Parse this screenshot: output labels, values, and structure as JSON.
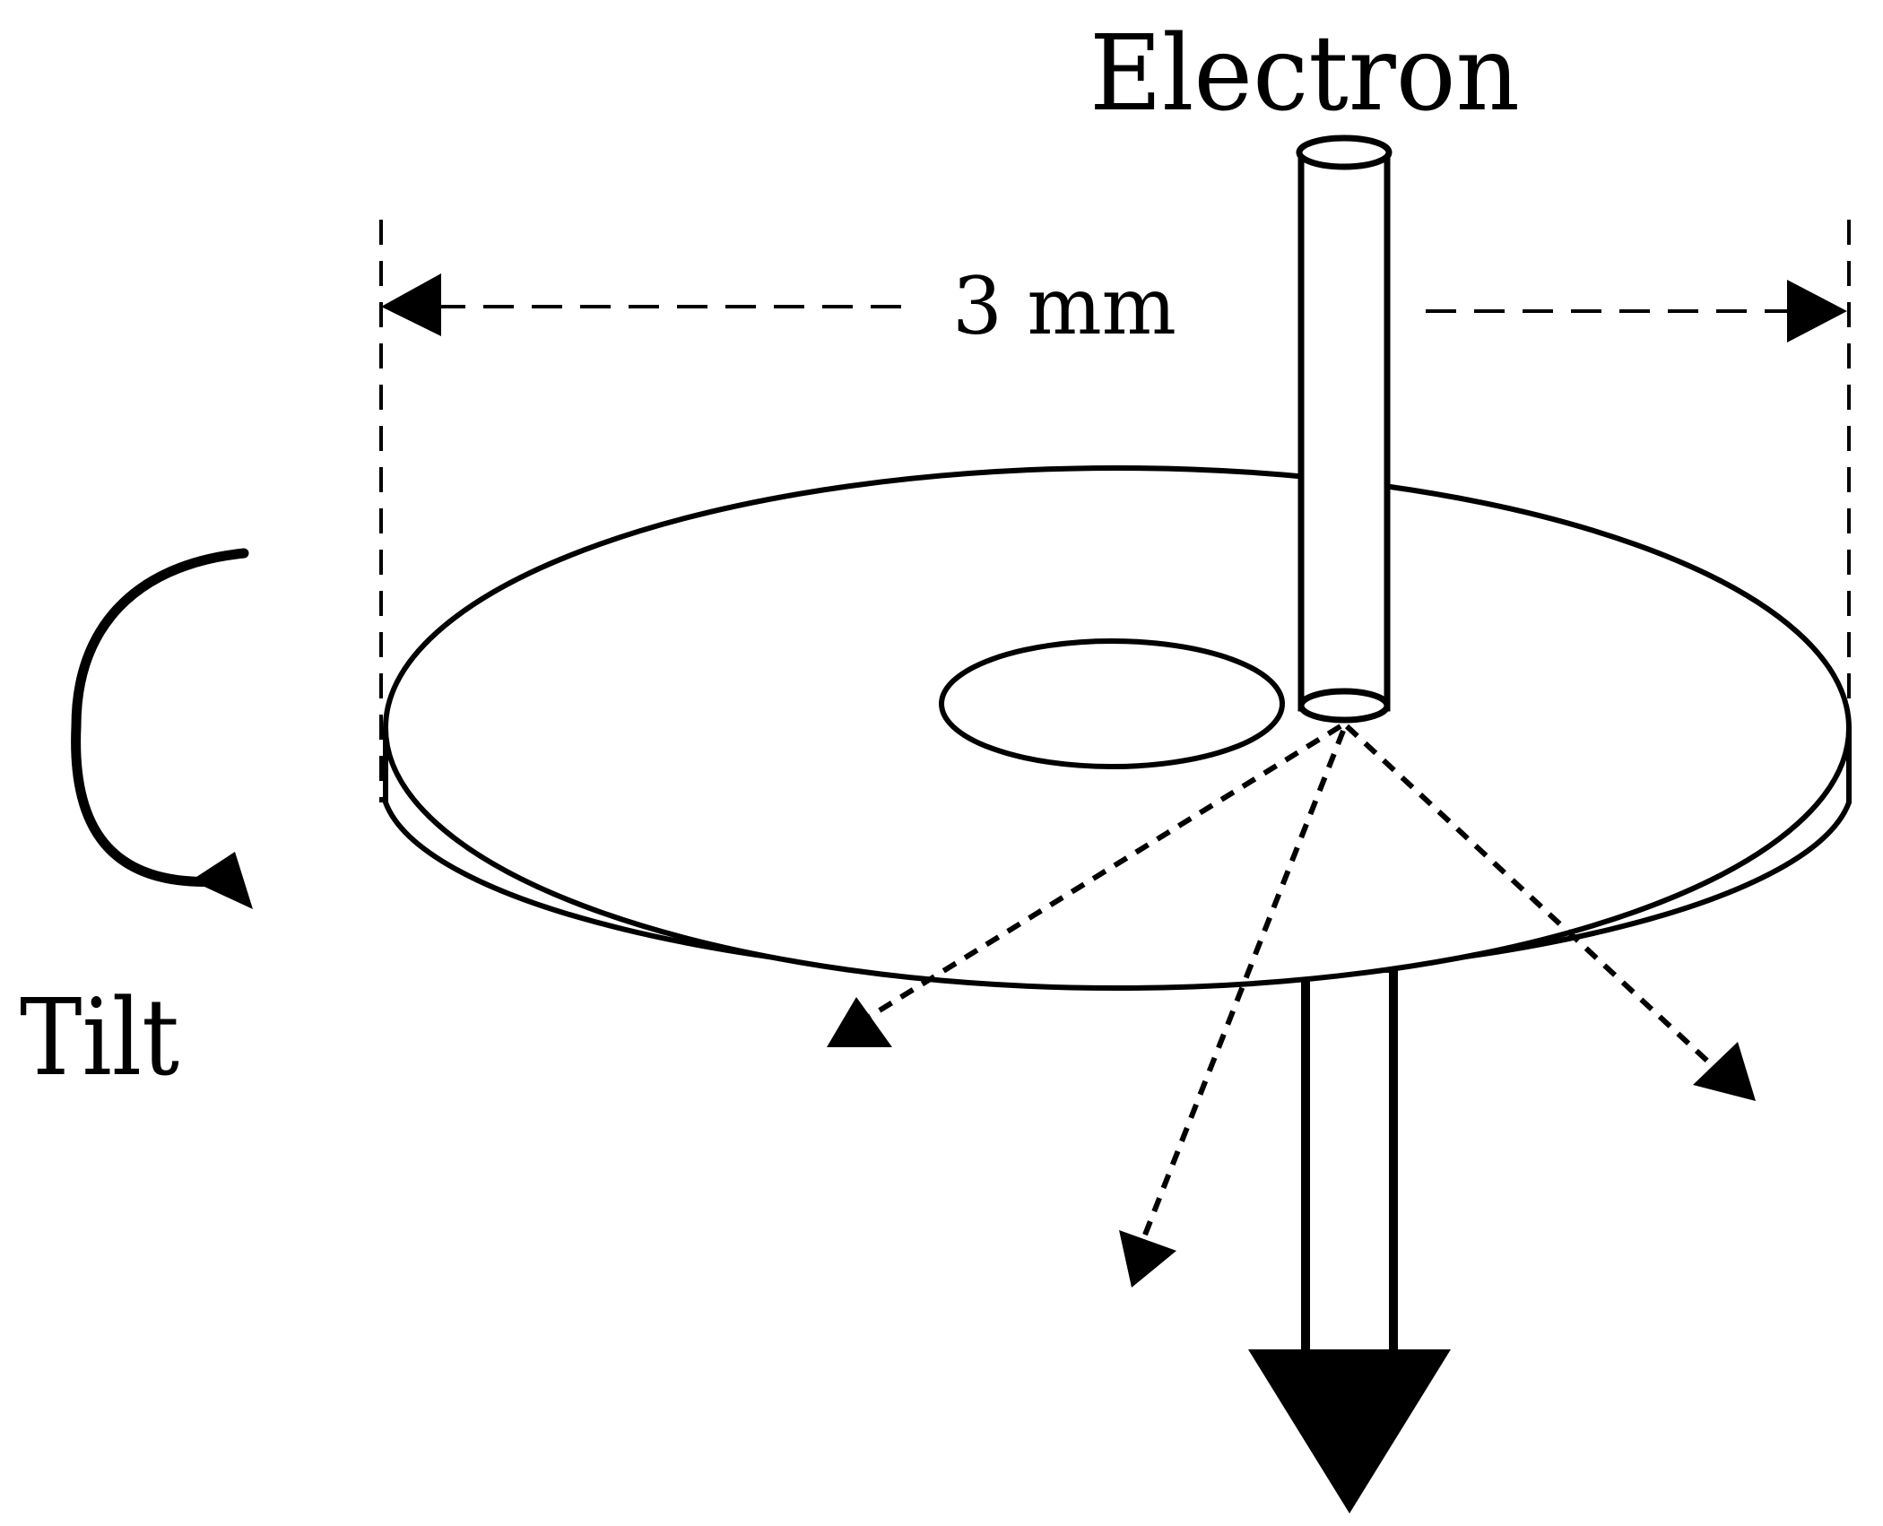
{
  "labels": {
    "beam": "Electron",
    "width": "3 mm",
    "rotation": "Tilt"
  },
  "colors": {
    "ink": "#000000",
    "background": "#ffffff"
  }
}
